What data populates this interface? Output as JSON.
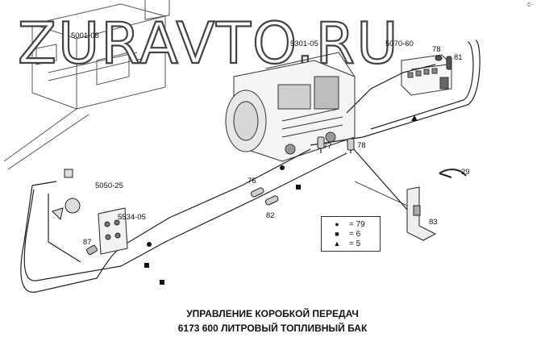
{
  "watermark": "ZURAVTO.RU",
  "corner_mark": "с-",
  "part_labels": {
    "p5001_08": "5001-08",
    "p5301_05": "5301-05",
    "p5070_60": "5070-60",
    "p78a": "78",
    "p81": "81",
    "p77": "77",
    "p78b": "78",
    "p29": "29",
    "p76": "76",
    "p82": "82",
    "p5050_25": "5050-25",
    "p5534_05": "5534-05",
    "p87": "87",
    "p83": "83"
  },
  "legend": {
    "items": [
      {
        "symbol": "circle",
        "text": "= 79"
      },
      {
        "symbol": "square",
        "text": "= 6"
      },
      {
        "symbol": "triangle",
        "text": "= 5"
      }
    ]
  },
  "caption": {
    "line1": "УПРАВЛЕНИЕ КОРОБКОЙ ПЕРЕДАЧ",
    "line2": "6173  600 ЛИТРОВЫЙ ТОПЛИВНЫЙ БАК"
  }
}
